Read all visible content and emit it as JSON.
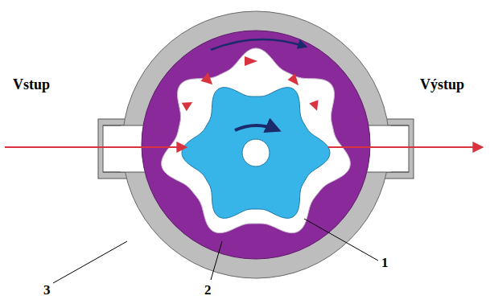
{
  "diagram": {
    "labels": [
      "Vstup",
      "Výstup",
      "3",
      "2",
      "1"
    ]
  }
}
